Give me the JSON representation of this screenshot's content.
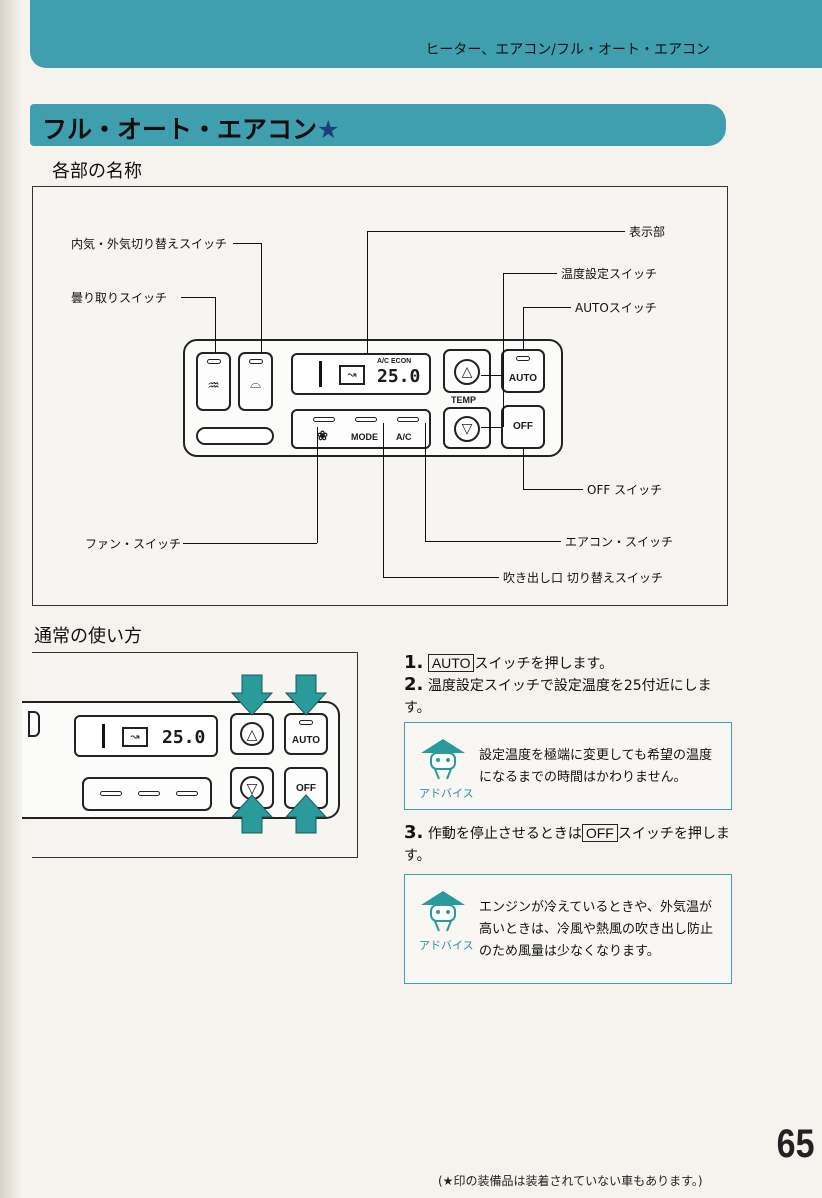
{
  "header": {
    "running_title": "ヒーター、エアコン/フル・オート・エアコン"
  },
  "title": {
    "text": "フル・オート・エアコン",
    "star": "★"
  },
  "section1": {
    "heading": "各部の名称"
  },
  "callouts": {
    "recirc_switch": "内気・外気切り替えスイッチ",
    "defog_switch": "曇り取りスイッチ",
    "display": "表示部",
    "temp_switch": "温度設定スイッチ",
    "auto_switch": "AUTOスイッチ",
    "off_switch": "OFF スイッチ",
    "fan_switch": "ファン・スイッチ",
    "ac_switch": "エアコン・スイッチ",
    "mode_switch": "吹き出し口 切り替えスイッチ"
  },
  "panel": {
    "display_flags": "A/C ECON",
    "temp_readout": "25.0",
    "temp_label": "TEMP",
    "auto_label": "AUTO",
    "off_label": "OFF",
    "mode_label": "MODE",
    "ac_label": "A/C"
  },
  "section2": {
    "heading": "通常の使い方"
  },
  "steps": {
    "s1_num": "1.",
    "s1_key": "AUTO",
    "s1_text": "スイッチを押します。",
    "s2_num": "2.",
    "s2_text": "温度設定スイッチで設定温度を25付近にします。",
    "s3_num": "3.",
    "s3_pre": "作動を停止させるときは",
    "s3_key": "OFF",
    "s3_post": "スイッチを押します。"
  },
  "advice": {
    "label": "アドバイス",
    "a1": "設定温度を極端に変更しても希望の温度になるまでの時間はかわりません。",
    "a2": "エンジンが冷えているときや、外気温が高いときは、冷風や熱風の吹き出し防止のため風量は少なくなります。"
  },
  "page_number": "65",
  "footnote": "(★印の装備品は装着されていない車もあります。)",
  "colors": {
    "accent": "#3f9faf",
    "arrow": "#2a9a9a"
  }
}
